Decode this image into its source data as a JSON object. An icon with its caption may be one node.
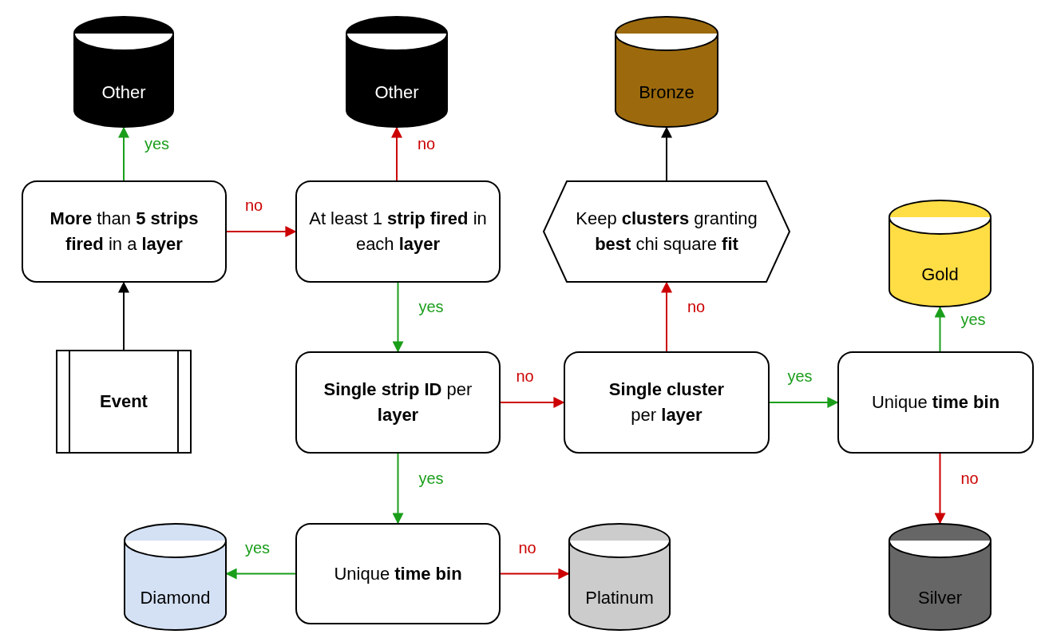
{
  "diagram": {
    "nodes": [
      {
        "text": [
          "Other"
        ]
      },
      {
        "text": [
          "Other"
        ]
      },
      {
        "text": [
          "Bronze"
        ]
      },
      {
        "text": [
          "**More** than **5 strips fired** in a **layer**"
        ]
      },
      {
        "text": [
          "At least 1 **strip fired** in each **layer**"
        ]
      },
      {
        "text": [
          "Keep **clusters** granting **best** chi square **fit**"
        ]
      },
      {
        "text": [
          "Gold"
        ]
      },
      {
        "text": [
          "Event"
        ]
      },
      {
        "text": [
          "**Single strip ID** per **layer**"
        ]
      },
      {
        "text": [
          "**Single cluster** per **layer**"
        ]
      },
      {
        "text": [
          "Unique **time bin**"
        ]
      },
      {
        "text": [
          "Diamond"
        ]
      },
      {
        "text": [
          "Unique **time bin**"
        ]
      },
      {
        "text": [
          "Platinum"
        ]
      },
      {
        "text": [
          "Silver"
        ]
      }
    ],
    "edges": [
      {
        "from": 7,
        "to": 3,
        "arrow": "to",
        "color": "#000000"
      },
      {
        "from": 3,
        "to": 0,
        "arrow": "to",
        "label": "yes",
        "color": "#1a9e1a"
      },
      {
        "from": 3,
        "to": 4,
        "arrow": "to",
        "label": "no",
        "color": "#cc0000"
      },
      {
        "from": 4,
        "to": 1,
        "arrow": "to",
        "label": "no",
        "color": "#cc0000"
      },
      {
        "from": 4,
        "to": 8,
        "arrow": "to",
        "label": "yes",
        "color": "#1a9e1a"
      },
      {
        "from": 8,
        "to": 9,
        "arrow": "to",
        "label": "no",
        "color": "#cc0000"
      },
      {
        "from": 8,
        "to": 12,
        "arrow": "to",
        "label": "yes",
        "color": "#1a9e1a"
      },
      {
        "from": 9,
        "to": 5,
        "arrow": "to",
        "label": "no",
        "color": "#cc0000"
      },
      {
        "from": 5,
        "to": 2,
        "arrow": "to",
        "color": "#000000"
      },
      {
        "from": 9,
        "to": 10,
        "arrow": "to",
        "label": "yes",
        "color": "#1a9e1a"
      },
      {
        "from": 10,
        "to": 6,
        "arrow": "to",
        "label": "yes",
        "color": "#1a9e1a"
      },
      {
        "from": 10,
        "to": 14,
        "arrow": "to",
        "label": "no",
        "color": "#cc0000"
      },
      {
        "from": 12,
        "to": 11,
        "arrow": "to",
        "label": "yes",
        "color": "#1a9e1a"
      },
      {
        "from": 12,
        "to": 13,
        "arrow": "to",
        "label": "no",
        "color": "#cc0000"
      }
    ]
  }
}
